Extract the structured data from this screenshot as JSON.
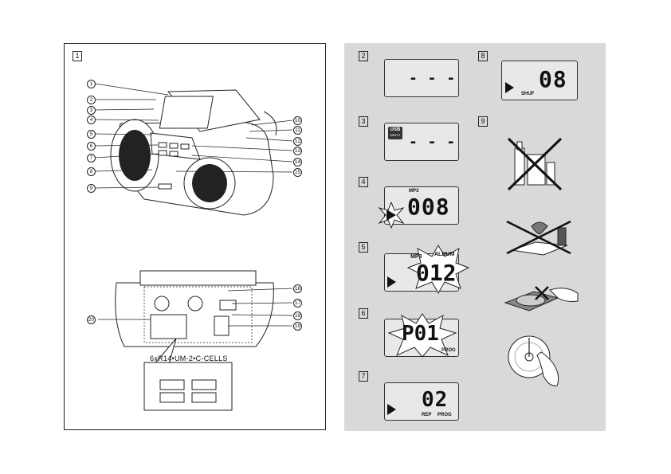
{
  "left_panel": {
    "figure_number": "1",
    "callouts_front": [
      "1",
      "2",
      "3",
      "4",
      "5",
      "6",
      "7",
      "8",
      "9",
      "10",
      "11",
      "12",
      "13",
      "14",
      "15"
    ],
    "callouts_back": [
      "16",
      "17",
      "18",
      "19",
      "20"
    ],
    "battery_label": "6xR14•UM-2•C-CELLS"
  },
  "right_panel": {
    "figures": [
      {
        "num": "2",
        "digits": "- - -"
      },
      {
        "num": "3",
        "digits": "- - -",
        "badge_line1": "USB",
        "badge_line2": "DIRECT"
      },
      {
        "num": "4",
        "digits": "008",
        "label": "MP3"
      },
      {
        "num": "5",
        "digits": "012",
        "label": "MP3",
        "label2": "ALBUM"
      },
      {
        "num": "6",
        "digits": "P01",
        "label": "PROG"
      },
      {
        "num": "7",
        "digits": "02",
        "label": "REP",
        "label2": "PROG"
      },
      {
        "num": "8",
        "digits": "08",
        "label": "SHUF"
      },
      {
        "num": "9"
      }
    ]
  }
}
